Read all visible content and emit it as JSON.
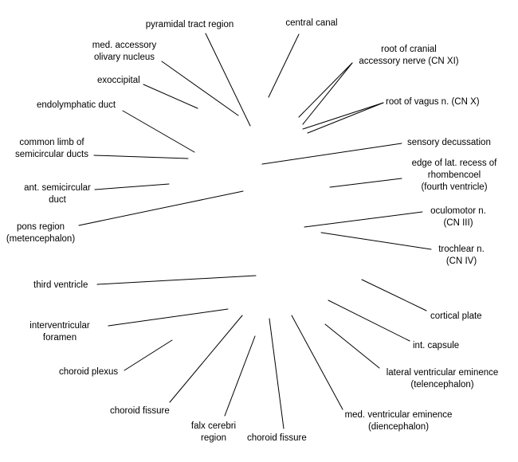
{
  "labels": {
    "pyramidal_tract_region": [
      "pyramidal tract region"
    ],
    "central_canal": [
      "central canal"
    ],
    "med_accessory_olivary_nucleus": [
      "med. accessory",
      "olivary nucleus"
    ],
    "root_cranial_accessory_nerve": [
      "root of cranial",
      "accessory nerve (CN XI)"
    ],
    "exoccipital": [
      "exoccipital"
    ],
    "root_vagus": [
      "root of vagus n. (CN X)"
    ],
    "endolymphatic_duct": [
      "endolymphatic duct"
    ],
    "common_limb": [
      "common limb of",
      "semicircular ducts"
    ],
    "sensory_decussation": [
      "sensory decussation"
    ],
    "edge_lat_recess": [
      "edge of lat. recess of",
      "rhombencoel",
      "(fourth ventricle)"
    ],
    "ant_semicircular_duct": [
      "ant. semicircular",
      "duct"
    ],
    "oculomotor": [
      "oculomotor n.",
      "(CN III)"
    ],
    "pons_region": [
      "pons region",
      "(metencephalon)"
    ],
    "trochlear": [
      "trochlear n.",
      "(CN IV)"
    ],
    "third_ventricle": [
      "third ventricle"
    ],
    "cortical_plate": [
      "cortical plate"
    ],
    "interventricular_foramen": [
      "interventricular",
      "foramen"
    ],
    "int_capsule": [
      "int. capsule"
    ],
    "choroid_plexus": [
      "choroid plexus"
    ],
    "lateral_ventricular_eminence": [
      "lateral ventricular eminence",
      "(telencephalon)"
    ],
    "choroid_fissure_left": [
      "choroid fissure"
    ],
    "falx_cerebri_region": [
      "falx cerebri",
      "region"
    ],
    "choroid_fissure_bottom": [
      "choroid fissure"
    ],
    "med_ventricular_eminence": [
      "med. ventricular eminence",
      "(diencephalon)"
    ]
  },
  "line_color": "#000000"
}
